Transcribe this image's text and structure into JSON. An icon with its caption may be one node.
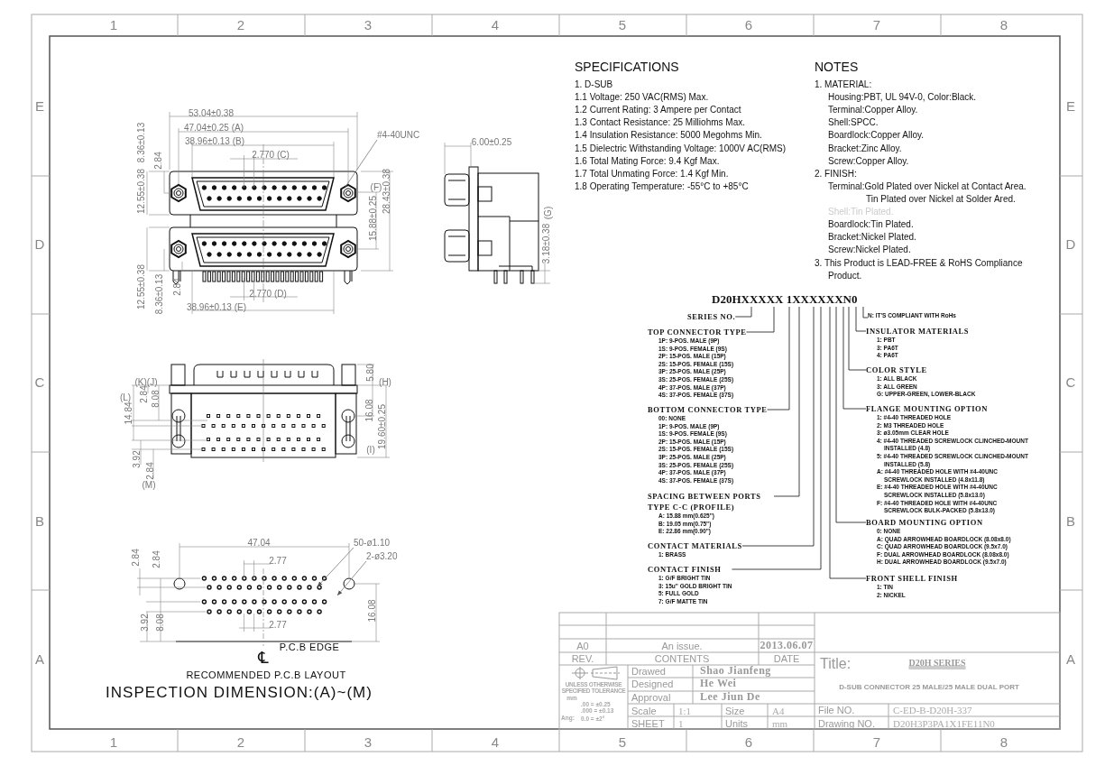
{
  "diagram": {
    "nodes": [
      {
        "text": [
          "D20HXXXXX 1XXXXXXN0"
        ]
      },
      {
        "text": [
          "SERIES NO."
        ]
      },
      {
        "text": [
          "TOP CONNECTOR TYPE",
          "1P: 9-POS. MALE (9P)",
          "1S: 9-POS. FEMALE (9S)",
          "2P: 15-POS. MALE (15P)",
          "2S: 15-POS. FEMALE (15S)",
          "3P: 25-POS. MALE (25P)",
          "3S: 25-POS. FEMALE (25S)",
          "4P: 37-POS. MALE (37P)",
          "4S: 37-POS. FEMALE (37S)"
        ]
      },
      {
        "text": [
          "BOTTOM CONNECTOR TYPE",
          "00: NONE",
          "1P: 9-POS. MALE (9P)",
          "1S: 9-POS. FEMALE (9S)",
          "2P: 15-POS. MALE (15P)",
          "2S: 15-POS. FEMALE (15S)",
          "3P: 25-POS. MALE (25P)",
          "3S: 25-POS. FEMALE (25S)",
          "4P: 37-POS. MALE (37P)",
          "4S: 37-POS. FEMALE (37S)"
        ]
      },
      {
        "text": [
          "SPACING BETWEEN PORTS TYPE C-C (PROFILE)",
          "A: 15.88 mm(0.625\")",
          "B: 19.05 mm(0.75\")",
          "E: 22.86 mm(0.90\")"
        ]
      },
      {
        "text": [
          "CONTACT MATERIALS",
          "1: BRASS"
        ]
      },
      {
        "text": [
          "CONTACT FINISH",
          "1: G/F BRIGHT TIN",
          "3: 15u\" GOLD BRIGHT TIN",
          "5: FULL GOLD",
          "7: G/F MATTE TIN"
        ]
      },
      {
        "text": [
          "N: IT'S COMPLIANT WITH RoHs"
        ]
      },
      {
        "text": [
          "INSULATOR MATERIALS",
          "1: PBT",
          "3: PA6T",
          "4: PA6T"
        ]
      },
      {
        "text": [
          "COLOR STYLE",
          "1: ALL BLACK",
          "3: ALL GREEN",
          "G: UPPER-GREEN, LOWER-BLACK"
        ]
      },
      {
        "text": [
          "FLANGE MOUNTING OPTION",
          "1: #4-40 THREADED HOLE",
          "2: M3 THREADED HOLE",
          "3: ø3.05mm CLEAR HOLE",
          "4: #4-40 THREADED SCREWLOCK CLINCHED-MOUNT INSTALLED (4.8)",
          "5: #4-40 THREADED SCREWLOCK CLINCHED-MOUNT INSTALLED (5.8)",
          "A: #4-40 THREADED HOLE WITH #4-40UNC SCREWLOCK INSTALLED (4.8x11.8)",
          "E: #4-40 THREADED HOLE WITH #4-40UNC SCREWLOCK INSTALLED (5.8x13.0)",
          "F: #4-40 THREADED HOLE WITH #4-40UNC SCREWLOCK BULK-PACKED (5.8x13.0)"
        ]
      },
      {
        "text": [
          "BOARD MOUNTING OPTION",
          "0: NONE",
          "A: QUAD ARROWHEAD BOARDLOCK (8.08x8.0)",
          "C: QUAD ARROWHEAD BOARDLOCK (9.5x7.0)",
          "F: DUAL ARROWHEAD BOARDLOCK (8.08x8.0)",
          "H: DUAL ARROWHEAD BOARDLOCK (9.5x7.0)"
        ]
      },
      {
        "text": [
          "FRONT SHELL FINISH",
          "1: TIN",
          "2: NICKEL"
        ]
      },
      {
        "text": [
          "#4-40UNC"
        ]
      },
      {
        "text": [
          "50-ø1.10"
        ]
      },
      {
        "text": [
          "2-ø3.20"
        ]
      }
    ],
    "edges": [
      {
        "from": 1,
        "to": 0,
        "arrow": "none"
      },
      {
        "from": 2,
        "to": 0,
        "arrow": "none"
      },
      {
        "from": 3,
        "to": 0,
        "arrow": "none"
      },
      {
        "from": 4,
        "to": 0,
        "arrow": "none"
      },
      {
        "from": 5,
        "to": 0,
        "arrow": "none"
      },
      {
        "from": 6,
        "to": 0,
        "arrow": "none"
      },
      {
        "from": 7,
        "to": 0,
        "arrow": "none"
      },
      {
        "from": 8,
        "to": 0,
        "arrow": "none"
      },
      {
        "from": 9,
        "to": 0,
        "arrow": "none"
      },
      {
        "from": 10,
        "to": 0,
        "arrow": "none"
      },
      {
        "from": 11,
        "to": 0,
        "arrow": "none"
      },
      {
        "from": 12,
        "to": 0,
        "arrow": "none"
      },
      {
        "from": 13,
        "to": null,
        "arrow": "none",
        "color": "#777777"
      },
      {
        "from": 14,
        "to": null,
        "arrow": "to",
        "color": "#777777"
      },
      {
        "from": 15,
        "to": null,
        "arrow": "to",
        "color": "#777777"
      }
    ],
    "labels": [
      "1",
      "2",
      "3",
      "4",
      "5",
      "6",
      "7",
      "8",
      "E",
      "D",
      "C",
      "B",
      "A",
      "E",
      "D",
      "C",
      "B",
      "A",
      "1",
      "2",
      "3",
      "4",
      "5",
      "6",
      "7",
      "8",
      "53.04±0.38",
      "47.04±0.25 (A)",
      "38.96±0.13 (B)",
      "2.770 (C)",
      "8.36±0.13",
      "2.84",
      "12.55±0.38",
      "(F)",
      "15.88±0.25",
      "28.43±0.38",
      "12.55±0.38",
      "8.36±0.13",
      "2.84",
      "2.770 (D)",
      "38.96±0.13 (E)",
      "6.00±0.25",
      "(G)",
      "3.18±0.38",
      "(K)(J)",
      "(L)",
      "2.84",
      "8.08",
      "14.84",
      "3.92",
      "2.84",
      "(M)",
      "5.80",
      "(H)",
      "16.08",
      "19.60±0.25",
      "(I)",
      "47.04",
      "2.84",
      "2.84",
      "2.77",
      "16.08",
      "3.92",
      "8.08",
      "2.77",
      "P.C.B EDGE",
      "℄",
      "RECOMMENDED P.C.B LAYOUT",
      "INSPECTION DIMENSION:(A)~(M)",
      "SPECIFICATIONS",
      "1. D-SUB",
      "1.1 Voltage: 250 VAC(RMS) Max.",
      "1.2 Current Rating: 3 Ampere per Contact",
      "1.3 Contact Resistance: 25 Milliohms Max.",
      "1.4 Insulation Resistance: 5000 Megohms Min.",
      "1.5 Dielectric Withstanding Voltage: 1000V AC(RMS)",
      "1.6 Total Mating Force: 9.4 Kgf Max.",
      "1.7 Total Unmating Force: 1.4 Kgf Min.",
      "1.8 Operating Temperature: -55°C to +85°C",
      "NOTES",
      "1. MATERIAL:",
      "Housing:PBT, UL 94V-0, Color:Black.",
      "Terminal:Copper Alloy.",
      "Shell:SPCC.",
      "Boardlock:Copper Alloy.",
      "Bracket:Zinc Alloy.",
      "Screw:Copper Alloy.",
      "2. FINISH:",
      "Terminal:Gold Plated over Nickel at Contact Area.",
      "Tin Plated over Nickel at Solder Ared.",
      "Shell:Tin Plated.",
      "Boardlock:Tin Plated.",
      "Bracket:Nickel Plated.",
      "Screw:Nickel Plated.",
      "3. This Product is LEAD-FREE & RoHS Compliance Product.",
      "A0",
      "An issue.",
      "2013.06.07",
      "REV.",
      "CONTENTS",
      "DATE",
      "Drawed",
      "Shao Jianfeng",
      "Designed",
      "He Wei",
      "UNLESS OTHERWISE SPECIFIED TOLERANCE",
      "Approval",
      "Lee Jiun De",
      "mm",
      ".00 = ±0.25",
      ".000 = ±0.13",
      "Ang:",
      "0.0 = ±2°",
      "Scale",
      "1:1",
      "Size",
      "A4",
      "SHEET",
      "1",
      "Units",
      "mm",
      "Title:",
      "D20H SERIES",
      "D-SUB CONNECTOR 25 MALE/25 MALE DUAL PORT",
      "File NO.",
      "C-ED-B-D20H-337",
      "Drawing NO.",
      "D20H3P3PA1X1FE11N0"
    ]
  }
}
